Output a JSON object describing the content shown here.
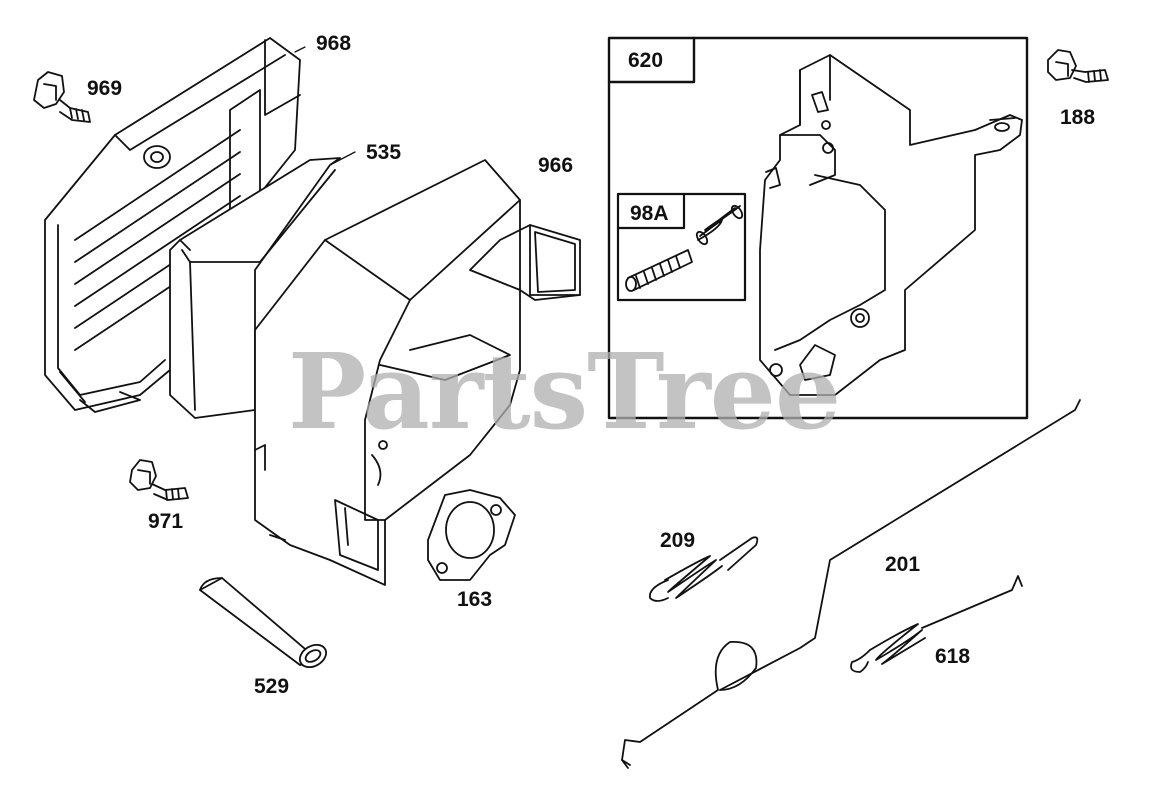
{
  "watermark": "PartsTree",
  "callouts": {
    "p968": "968",
    "p969": "969",
    "p535": "535",
    "p966": "966",
    "p971": "971",
    "p529": "529",
    "p163": "163",
    "p620": "620",
    "p98a": "98A",
    "p188": "188",
    "p209": "209",
    "p201": "201",
    "p618": "618"
  }
}
